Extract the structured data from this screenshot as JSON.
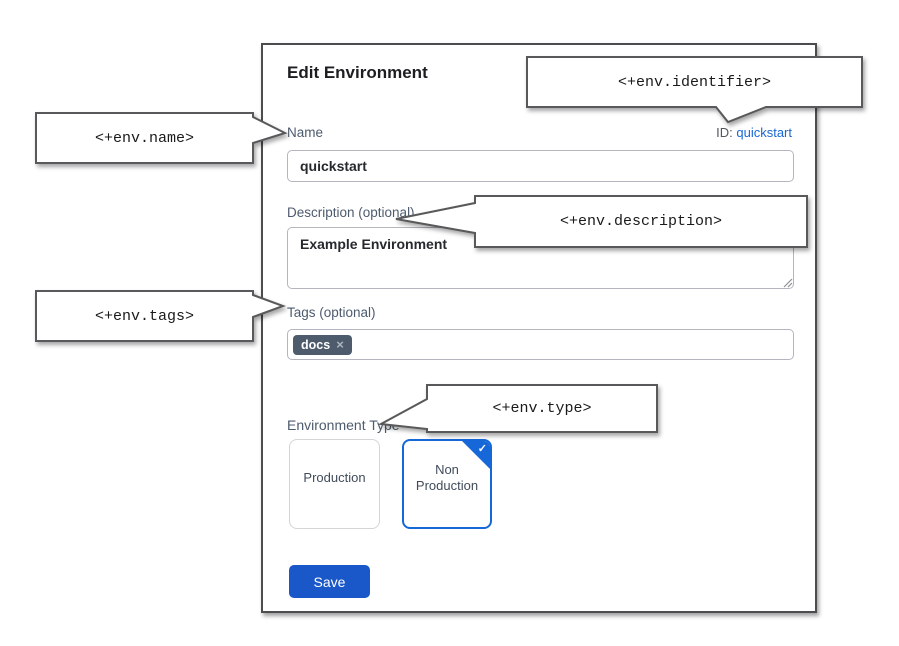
{
  "dialog": {
    "title": "Edit Environment",
    "name_field": {
      "label": "Name",
      "value": "quickstart"
    },
    "id_field": {
      "label": "ID:",
      "value": "quickstart"
    },
    "description_field": {
      "label": "Description (optional)",
      "value": "Example Environment"
    },
    "tags_field": {
      "label": "Tags (optional)",
      "tags": [
        {
          "label": "docs"
        }
      ]
    },
    "environment_type": {
      "label": "Environment Type",
      "options": [
        {
          "label": "Production",
          "selected": false
        },
        {
          "label": "Non Production",
          "selected": true
        }
      ]
    },
    "save_button": "Save"
  },
  "callouts": {
    "identifier": "<+env.identifier>",
    "name": "<+env.name>",
    "description": "<+env.description>",
    "tags": "<+env.tags>",
    "type": "<+env.type>"
  },
  "icons": {
    "check": "✓",
    "tag_remove": "×"
  },
  "colors": {
    "primary_blue": "#1a57c8",
    "selected_border_blue": "#1668d9",
    "link_blue": "#1967d2",
    "label_slate": "#4d5b6e",
    "chip_slate": "#4d5b6c"
  }
}
